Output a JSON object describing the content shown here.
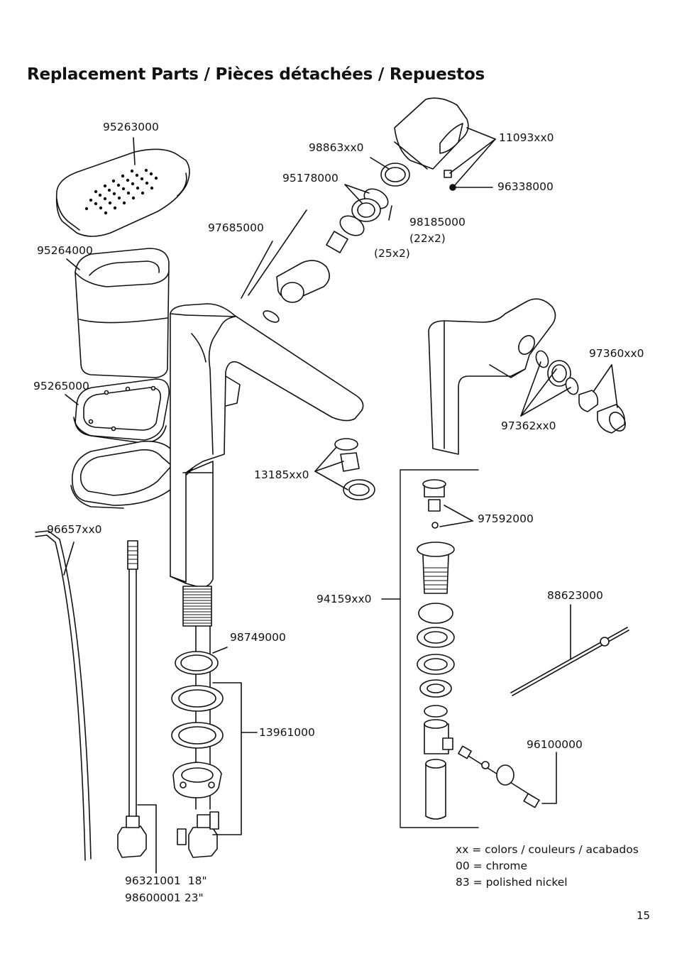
{
  "title": "Replacement Parts / Pièces détachées / Repuestos",
  "parts": {
    "p95263000": "95263000",
    "p95264000": "95264000",
    "p95265000": "95265000",
    "p96657xx0": "96657xx0",
    "p98863xx0": "98863xx0",
    "p95178000": "95178000",
    "p97685000": "97685000",
    "p11093xx0": "11093xx0",
    "p96338000": "96338000",
    "p98185000": "98185000",
    "p98185000_size": "(22x2)",
    "size_25x2": "(25x2)",
    "p97360xx0": "97360xx0",
    "p97362xx0": "97362xx0",
    "p13185xx0": "13185xx0",
    "p97592000": "97592000",
    "p94159xx0": "94159xx0",
    "p88623000": "88623000",
    "p98749000": "98749000",
    "p13961000": "13961000",
    "p96100000": "96100000",
    "hose_18": "96321001  18\"",
    "hose_23": "98600001 23\""
  },
  "legend": {
    "line1": "xx = colors / couleurs / acabados",
    "line2": "00 = chrome",
    "line3": "83 = polished nickel"
  },
  "page_number": "15"
}
